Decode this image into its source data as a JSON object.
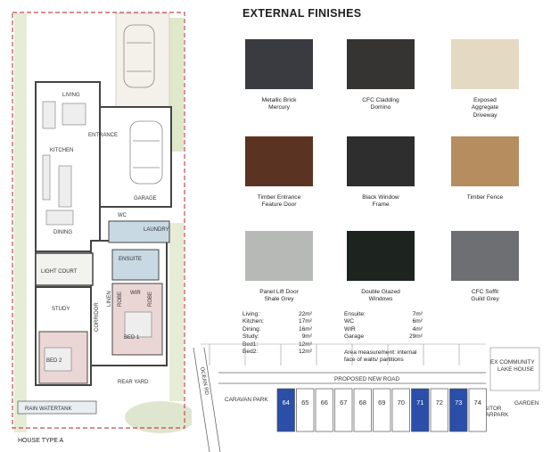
{
  "title": "EXTERNAL FINISHES",
  "finishes": [
    {
      "line1": "Metallic Brick",
      "line2": "Mercury",
      "color": "#3a3b40"
    },
    {
      "line1": "CFC Cladding",
      "line2": "Domino",
      "color": "#353433"
    },
    {
      "line1": "Exposed",
      "line2": "Aggregate",
      "line3": "Driveway",
      "color": "#e4d9c3"
    },
    {
      "line1": "Timber Entrance",
      "line2": "Feature Door",
      "color": "#5b3322"
    },
    {
      "line1": "Black Window",
      "line2": "Frame",
      "color": "#2e2e2e"
    },
    {
      "line1": "Timber Fence",
      "line2": "",
      "color": "#b58d5e"
    },
    {
      "line1": "Panel Lift Door",
      "line2": "Shale Grey",
      "color": "#b7b9b7"
    },
    {
      "line1": "Double Glazed",
      "line2": "Windows",
      "color": "#1d2420"
    },
    {
      "line1": "CFC Soffit",
      "line2": "Guild Grey",
      "color": "#6d6f72"
    }
  ],
  "areas_left": [
    {
      "label": "Living:",
      "value": "22m²"
    },
    {
      "label": "Kitchen:",
      "value": "17m²"
    },
    {
      "label": "Dining:",
      "value": "16m²"
    },
    {
      "label": "Study:",
      "value": "9m²"
    },
    {
      "label": "Bed1:",
      "value": "12m²"
    },
    {
      "label": "Bed2:",
      "value": "12m²"
    }
  ],
  "areas_right": [
    {
      "label": "Ensuite:",
      "value": "7m²"
    },
    {
      "label": "WC",
      "value": "6m²"
    },
    {
      "label": "WIR",
      "value": "4m²"
    },
    {
      "label": "Garage",
      "value": "29m²"
    }
  ],
  "area_note": {
    "line1": "Area measurement: internal",
    "line2": "face of walls/ partitions"
  },
  "plan": {
    "house_type": "HOUSE TYPE A",
    "rooms": {
      "living": "LIVING",
      "entrance": "ENTRANCE",
      "kitchen": "KITCHEN",
      "garage": "GARAGE",
      "wc": "WC",
      "laundry": "LAUNDRY",
      "dining": "DINING",
      "light_court": "LIGHT COURT",
      "ensuite": "ENSUITE",
      "linen": "LINEN",
      "robe": "ROBE",
      "wir": "WIR",
      "study": "STUDY",
      "corridor": "CORRIDOR",
      "bed1": "BED 1",
      "bed2": "BED 2",
      "rear_yard": "REAR YARD",
      "rain_tank": "RAIN WATERTANK"
    }
  },
  "site": {
    "ocean_rd": "OCEAN RD",
    "proposed_road": "PROPOSED NEW ROAD",
    "caravan_park": "CARAVAN PARK",
    "community_line1": "EX COMMUNITY",
    "community_line2": "LAKE HOUSE",
    "visitor_line1": "VISITOR",
    "visitor_line2": "CARPARK",
    "garden": "GARDEN",
    "lots": [
      "64",
      "65",
      "66",
      "67",
      "68",
      "69",
      "70",
      "71",
      "72",
      "73",
      "74"
    ],
    "highlight_color": "#2b4fa8"
  }
}
